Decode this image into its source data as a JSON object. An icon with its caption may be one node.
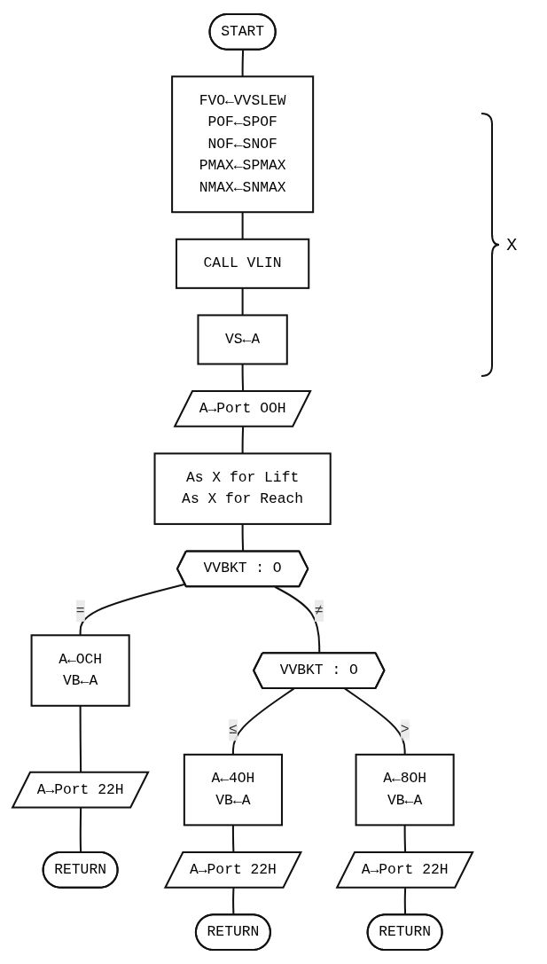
{
  "diagram": {
    "nodes": [
      {
        "text": [
          "START"
        ]
      },
      {
        "text": [
          "FVO←VVSLEW",
          "POF←SPOF",
          "NOF←SNOF",
          "PMAX←SPMAX",
          "NMAX←SNMAX"
        ]
      },
      {
        "text": [
          "CALL VLIN"
        ]
      },
      {
        "text": [
          "VS←A"
        ]
      },
      {
        "text": [
          "A→Port OOH"
        ]
      },
      {
        "text": [
          "As X for Lift",
          "As X for Reach"
        ]
      },
      {
        "text": [
          "VVBKT : O"
        ]
      },
      {
        "text": [
          "A←OCH",
          "VB←A"
        ]
      },
      {
        "text": [
          "A→Port 22H"
        ]
      },
      {
        "text": [
          "RETURN"
        ]
      },
      {
        "text": [
          "VVBKT : O"
        ]
      },
      {
        "text": [
          "A←4OH",
          "VB←A"
        ]
      },
      {
        "text": [
          "A→Port 22H"
        ]
      },
      {
        "text": [
          "RETURN"
        ]
      },
      {
        "text": [
          "A←8OH",
          "VB←A"
        ]
      },
      {
        "text": [
          "A→Port 22H"
        ]
      },
      {
        "text": [
          "RETURN"
        ]
      }
    ],
    "edges": [
      {
        "from": 0,
        "to": 1,
        "arrow": "none"
      },
      {
        "from": 1,
        "to": 2,
        "arrow": "none"
      },
      {
        "from": 2,
        "to": 3,
        "arrow": "none"
      },
      {
        "from": 3,
        "to": 4,
        "arrow": "none"
      },
      {
        "from": 4,
        "to": 5,
        "arrow": "none"
      },
      {
        "from": 5,
        "to": 6,
        "arrow": "none"
      },
      {
        "from": 6,
        "to": 7,
        "label": "=",
        "arrow": "none"
      },
      {
        "from": 7,
        "to": 8,
        "arrow": "none"
      },
      {
        "from": 8,
        "to": 9,
        "arrow": "none"
      },
      {
        "from": 6,
        "to": 10,
        "label": "≠",
        "arrow": "none"
      },
      {
        "from": 10,
        "to": 11,
        "label": "≤",
        "arrow": "none"
      },
      {
        "from": 11,
        "to": 12,
        "arrow": "none"
      },
      {
        "from": 12,
        "to": 13,
        "arrow": "none"
      },
      {
        "from": 10,
        "to": 14,
        "label": ">",
        "arrow": "none"
      },
      {
        "from": 14,
        "to": 15,
        "arrow": "none"
      },
      {
        "from": 15,
        "to": 16,
        "arrow": "none"
      }
    ],
    "labels": [
      "X"
    ]
  }
}
